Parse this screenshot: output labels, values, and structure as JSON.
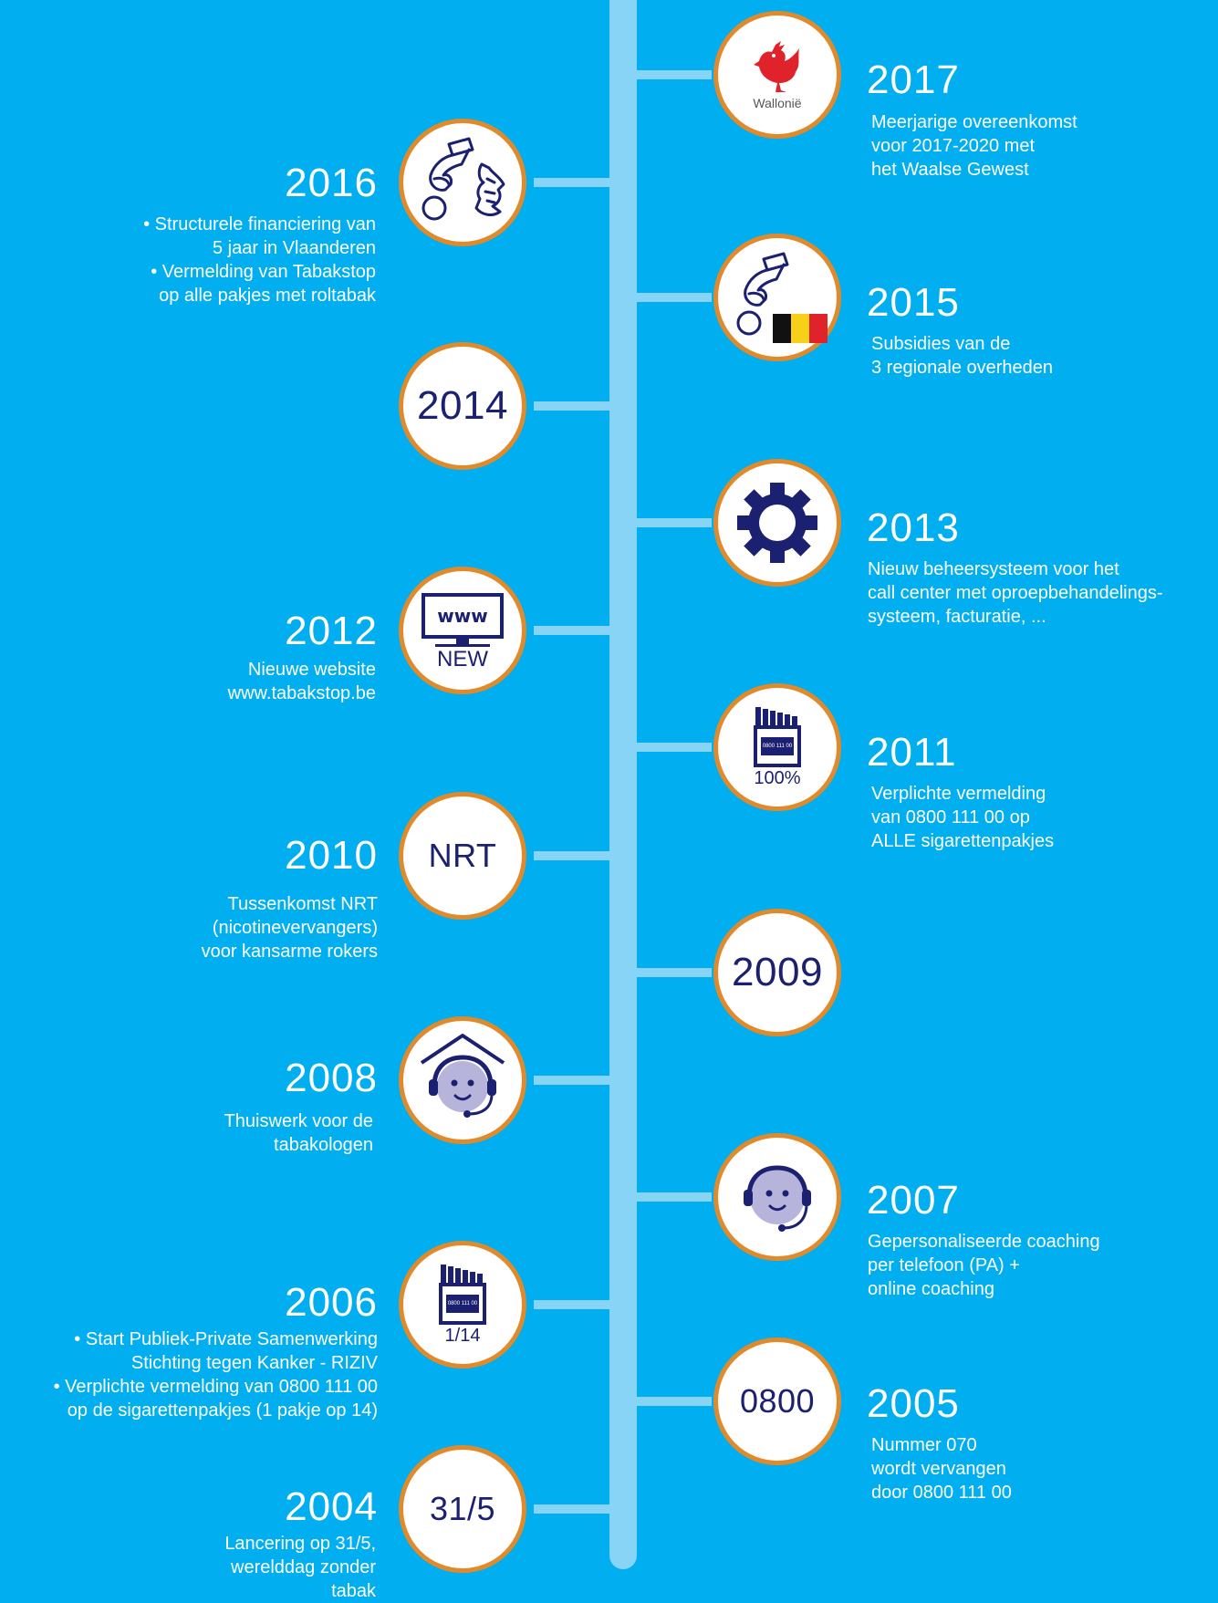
{
  "colors": {
    "background": "#01aeef",
    "spine": "#87d4f7",
    "circle_fill": "#ffffff",
    "circle_border": "#e18a2b",
    "icon_navy": "#1b2070",
    "text": "#ffffff"
  },
  "events": {
    "y2017": {
      "year": "2017",
      "badge_text": "Wallonië",
      "icon": "rooster-icon",
      "lines": [
        "Meerjarige overeenkomst",
        "voor 2017-2020 met",
        "het Waalse Gewest"
      ]
    },
    "y2016": {
      "year": "2016",
      "icon": "hand-coin-flanders-lion-icon",
      "lines": [
        "• Structurele financiering van",
        "5 jaar in Vlaanderen",
        "• Vermelding van Tabakstop",
        "op alle pakjes met roltabak"
      ]
    },
    "y2015": {
      "year": "2015",
      "icon": "hand-coin-belgian-flag-icon",
      "lines": [
        "Subsidies van de",
        "3 regionale overheden"
      ]
    },
    "y2014": {
      "circle_text": "2014"
    },
    "y2013": {
      "year": "2013",
      "icon": "gear-icon",
      "lines": [
        "Nieuw beheersysteem voor het",
        "call center met oproepbehandelings-",
        "systeem, facturatie, ..."
      ]
    },
    "y2012": {
      "year": "2012",
      "icon": "monitor-www-icon",
      "screen_text": "www",
      "badge_text": "NEW",
      "lines": [
        "Nieuwe website",
        "www.tabakstop.be"
      ]
    },
    "y2011": {
      "year": "2011",
      "icon": "cigarette-pack-icon",
      "pack_text": "0800 111 00",
      "badge_text": "100%",
      "lines": [
        "Verplichte vermelding",
        "van 0800 111 00 op",
        "ALLE sigarettenpakjes"
      ]
    },
    "y2010": {
      "year": "2010",
      "circle_text": "NRT",
      "lines": [
        "Tussenkomst NRT",
        "(nicotinevervangers)",
        "voor kansarme rokers"
      ]
    },
    "y2009": {
      "circle_text": "2009"
    },
    "y2008": {
      "year": "2008",
      "icon": "headset-house-icon",
      "lines": [
        "Thuiswerk voor de",
        "tabakologen"
      ]
    },
    "y2007": {
      "year": "2007",
      "icon": "headset-agent-icon",
      "lines": [
        "Gepersonaliseerde coaching",
        "per telefoon (PA) +",
        "online coaching"
      ]
    },
    "y2006": {
      "year": "2006",
      "icon": "cigarette-pack-icon",
      "pack_text": "0800 111 00",
      "badge_text": "1/14",
      "lines": [
        "• Start Publiek-Private Samenwerking",
        "Stichting tegen Kanker - RIZIV",
        "• Verplichte vermelding van 0800 111 00",
        "op de sigarettenpakjes (1 pakje op 14)"
      ]
    },
    "y2005": {
      "year": "2005",
      "circle_text": "0800",
      "lines": [
        "Nummer 070",
        "wordt vervangen",
        "door 0800 111 00"
      ]
    },
    "y2004": {
      "year": "2004",
      "circle_text": "31/5",
      "lines": [
        "Lancering op 31/5,",
        "werelddag zonder",
        "tabak"
      ]
    }
  }
}
